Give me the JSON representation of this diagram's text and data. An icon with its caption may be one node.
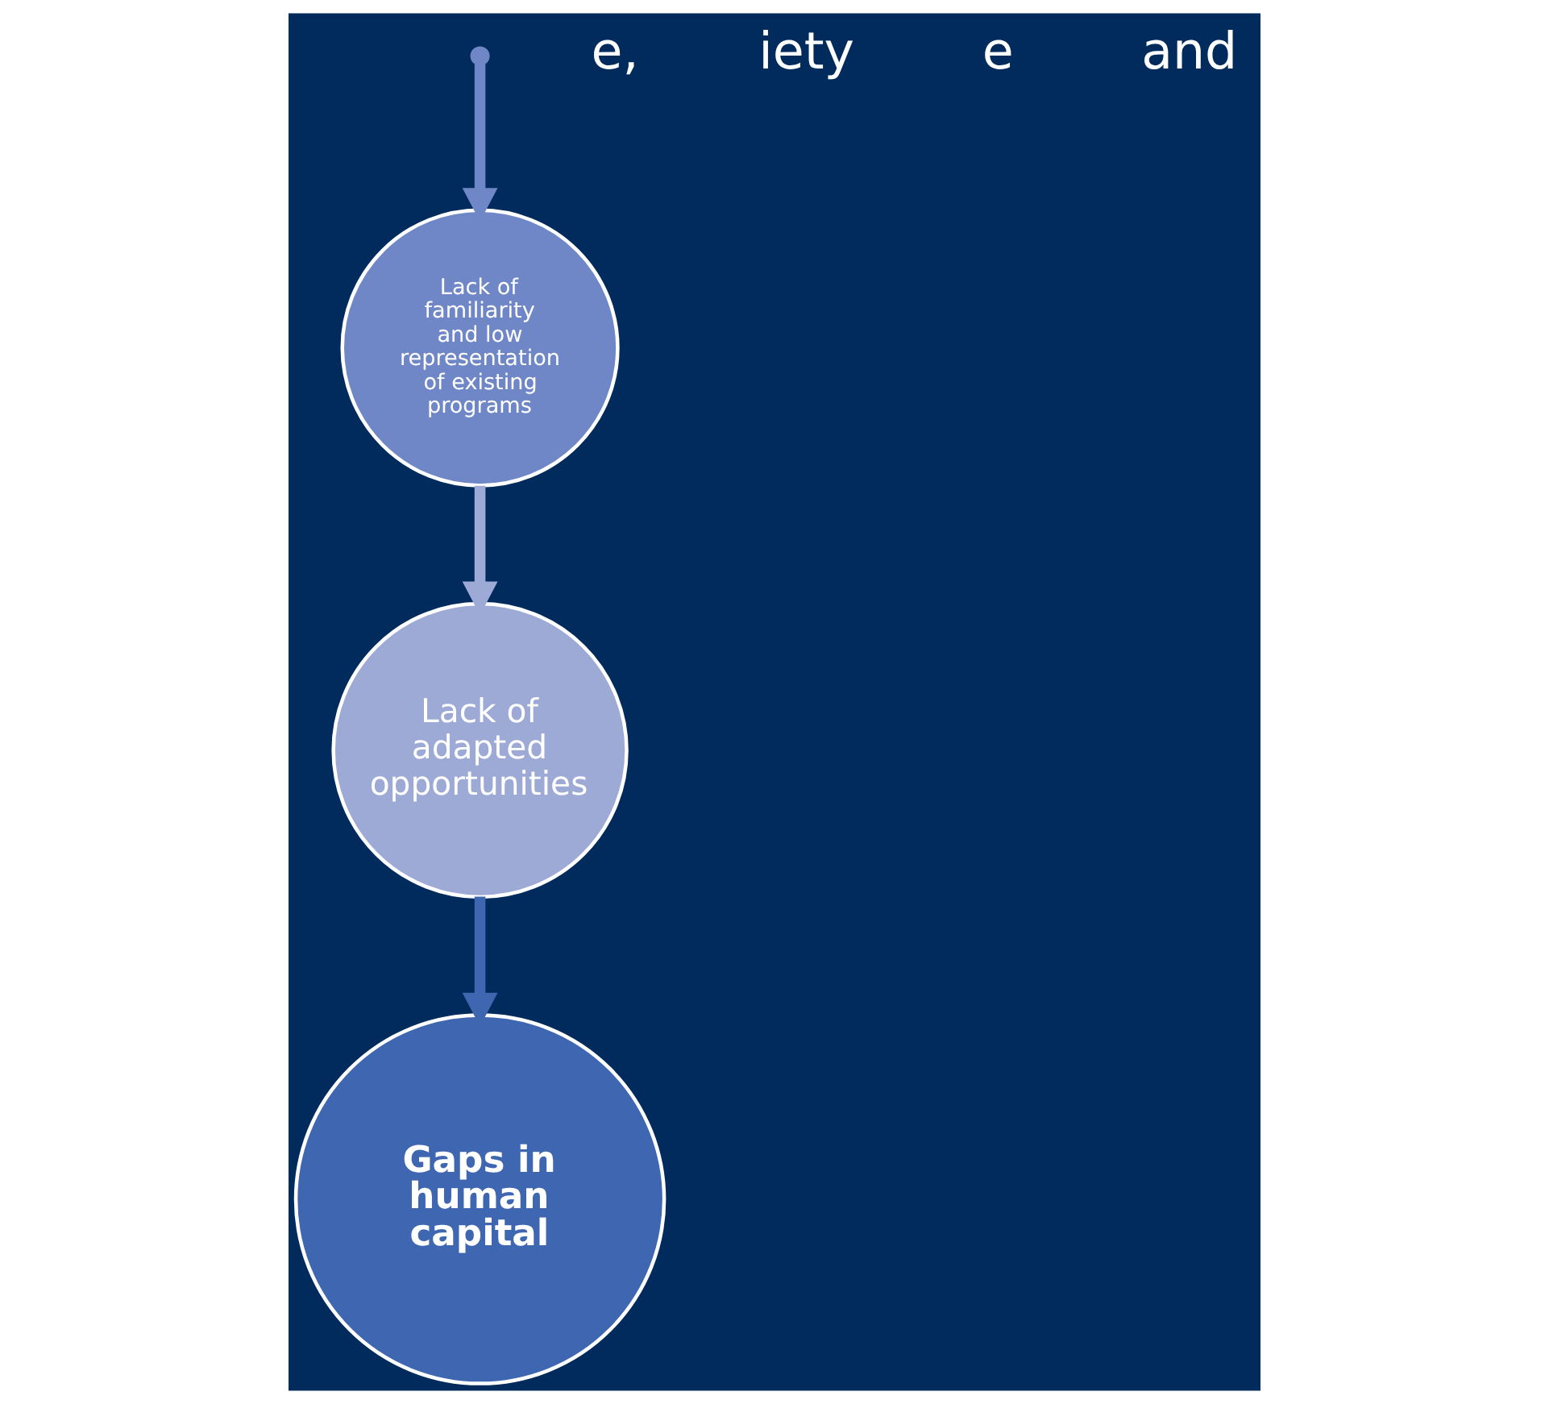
{
  "diagram": {
    "nodes": [
      {
        "text": [
          "Lack of adapted opportunities"
        ]
      },
      {
        "text": [
          "Lack of familiarity and low representation of existing programs"
        ]
      },
      {
        "text": [
          "Gaps in human capital"
        ]
      }
    ],
    "edges": [
      {
        "from": 1,
        "to": 0,
        "arrow": "to",
        "color": "#9eaad6"
      },
      {
        "from": null,
        "to": 1,
        "arrow": "to",
        "color": "#6f87c6"
      },
      {
        "from": 0,
        "to": 2,
        "arrow": "to",
        "color": "#3f67b1"
      }
    ],
    "labels": [
      "e,",
      "iety",
      "e",
      "and"
    ]
  }
}
